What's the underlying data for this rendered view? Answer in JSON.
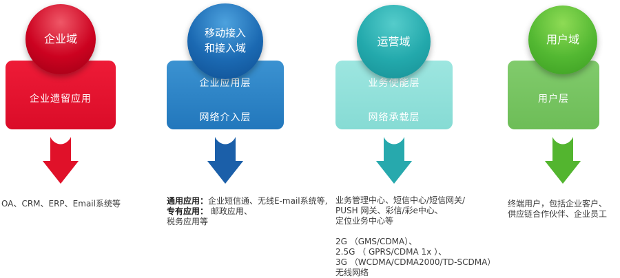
{
  "diagram": {
    "background": "#ffffff",
    "columns": [
      {
        "name": "企业域",
        "circle_label_lines": [
          "企业域"
        ],
        "box_lines": [
          "企业遗留应用"
        ],
        "colors": {
          "circle": "#c3001c",
          "box": "#e5142e",
          "arrow": "#e01129"
        },
        "desc": [
          {
            "bold": "",
            "text": "OA、CRM、ERP、Email系统等"
          }
        ]
      },
      {
        "name": "移动接入和接入域",
        "circle_label_lines": [
          "移动接入",
          "和接入域"
        ],
        "box_lines": [
          "企业应用层",
          "网络介入层"
        ],
        "colors": {
          "circle": "#1a66b0",
          "box": "#2e87c9",
          "arrow": "#1b5fa9"
        },
        "desc": [
          {
            "bold": "通用应用：",
            "text": "企业短信通、无线E-mail系统等,"
          },
          {
            "bold": "专有应用：",
            "text": " 邮政应用、"
          },
          {
            "bold": "",
            "text": "税务应用等"
          }
        ]
      },
      {
        "name": "运营域",
        "circle_label_lines": [
          "运营域"
        ],
        "box_lines": [
          "业务使能层",
          "网络承载层"
        ],
        "colors": {
          "circle": "#27aeb0",
          "box": "#92e0da",
          "arrow": "#27a9ad"
        },
        "desc": [
          {
            "bold": "",
            "text": "业务管理中心、短信中心/短信网关/"
          },
          {
            "bold": "",
            "text": "PUSH 网关、彩信/彩e中心、"
          },
          {
            "bold": "",
            "text": "定位业务中心等"
          },
          {
            "bold": "",
            "text": "2G （GMS/CDMA）、"
          },
          {
            "bold": "",
            "text": "2.5G （ GPRS/CDMA 1x ）、"
          },
          {
            "bold": "",
            "text": "3G （WCDMA/CDMA2000/TD-SCDMA）"
          },
          {
            "bold": "",
            "text": "无线网络"
          }
        ]
      },
      {
        "name": "用户域",
        "circle_label_lines": [
          "用户域"
        ],
        "box_lines": [
          "用户层"
        ],
        "colors": {
          "circle": "#54b832",
          "box": "#79c564",
          "arrow": "#53b52f"
        },
        "desc": [
          {
            "bold": "",
            "text": "终端用户，包括企业客户、"
          },
          {
            "bold": "",
            "text": "供应链合作伙伴、企业员工"
          }
        ]
      }
    ]
  }
}
